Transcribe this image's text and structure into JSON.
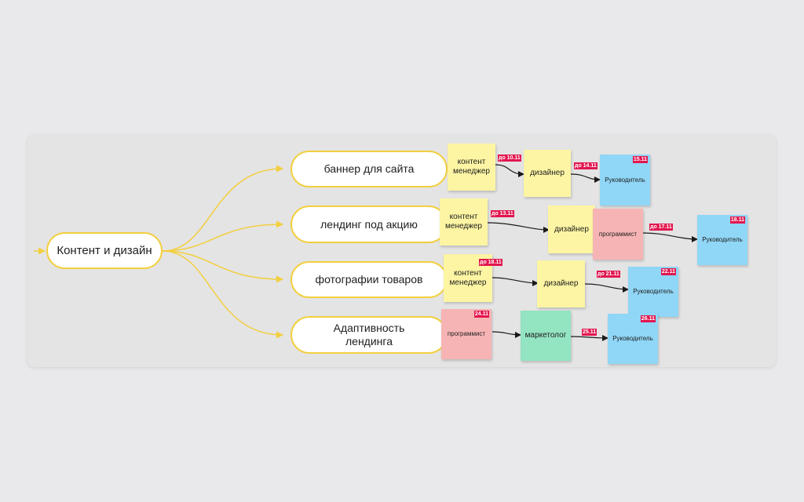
{
  "root": {
    "label": "Контент и дизайн"
  },
  "branches": [
    {
      "label": "баннер для сайта"
    },
    {
      "label": "лендинг под акцию"
    },
    {
      "label": "фотографии товаров"
    },
    {
      "label": "Адаптивность лендинга"
    }
  ],
  "stickies": {
    "r1_content": "контент менеджер",
    "r1_design": "дизайнер",
    "r1_head": "Руководитель",
    "r2_content": "контент менеджер",
    "r2_design": "дизайнер",
    "r2_prog": "программист",
    "r2_head": "Руководитель",
    "r3_content": "контент менеджер",
    "r3_design": "дизайнер",
    "r3_head": "Руководитель",
    "r4_prog": "программист",
    "r4_market": "маркетолог",
    "r4_head": "Руководитель"
  },
  "deadlines": {
    "r1_a": "до 10.11",
    "r1_b": "до 14.11",
    "r1_head": "15.11",
    "r2_a": "до 13.11",
    "r2_b": "до 17.11",
    "r2_head": "18.11",
    "r3_a": "до 18.11",
    "r3_b": "до 21.11",
    "r3_head": "22.11",
    "r4_prog": "24.11",
    "r4_b": "25.11",
    "r4_head": "26.11"
  },
  "colors": {
    "connector": "#f2cf3e",
    "arrow": "#1a1a1a",
    "deadline": "#e2164f",
    "sticky_yellow": "#fdf5a3",
    "sticky_pink": "#f7b4b4",
    "sticky_green": "#93e4c1",
    "sticky_blue": "#90d6f6"
  }
}
